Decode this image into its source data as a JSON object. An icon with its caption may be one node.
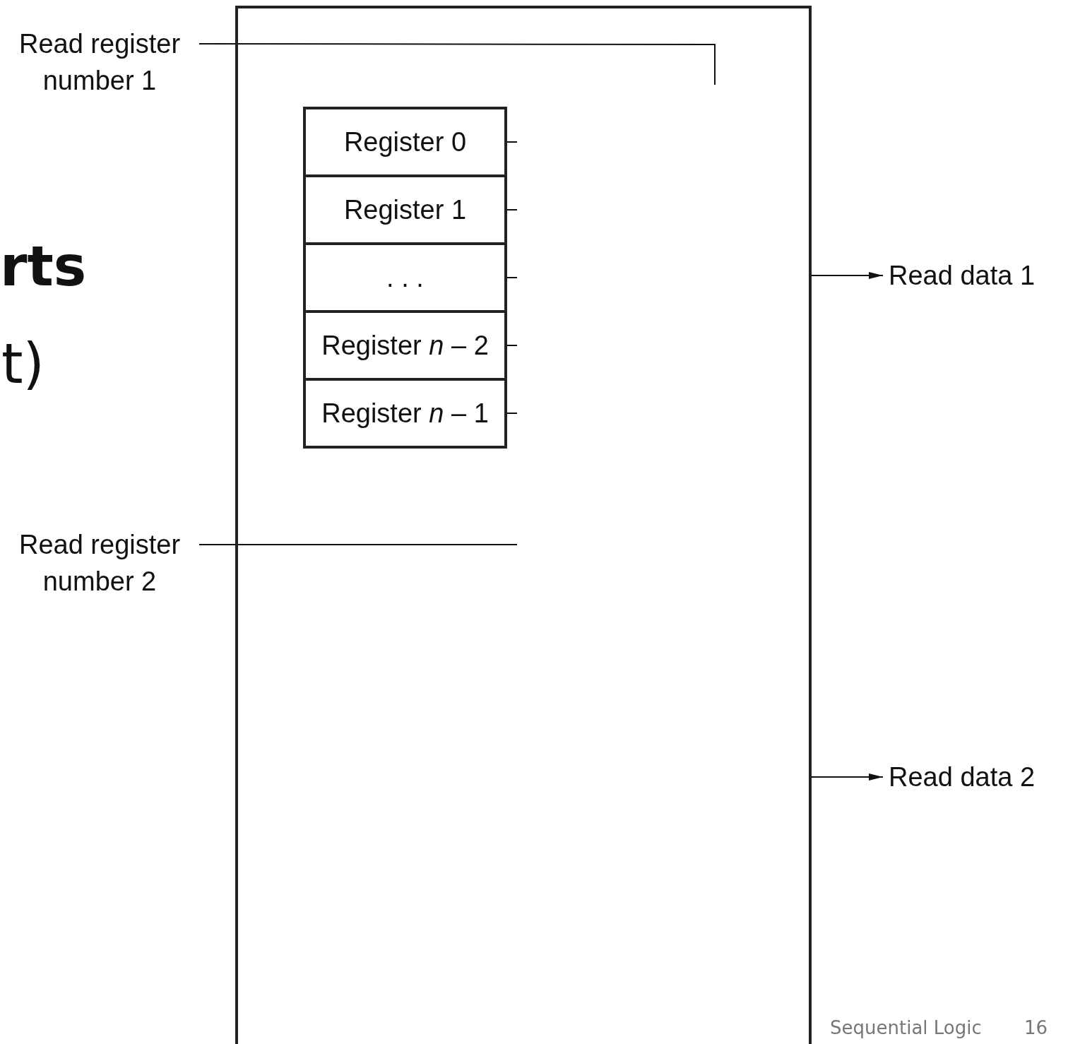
{
  "diagram": {
    "nodes": [
      {
        "text": [],
        "shape": "box"
      },
      {
        "text": [
          "Register 0"
        ],
        "in": 0
      },
      {
        "text": [
          "Register 1"
        ],
        "in": 0
      },
      {
        "text": [
          ". . ."
        ],
        "in": 0
      },
      {
        "text": [
          "Register *n* – 2"
        ],
        "in": 0
      },
      {
        "text": [
          "Register *n* – 1"
        ],
        "in": 0
      },
      {
        "text": [
          "Read register number 1"
        ]
      },
      {
        "text": [
          "Read register number 2"
        ]
      },
      {
        "text": [
          "Read data 1"
        ]
      },
      {
        "text": [
          "Read data 2"
        ]
      }
    ],
    "edges": [
      {
        "from": 6,
        "to": null,
        "arrow": "none"
      },
      {
        "from": 1,
        "to": null,
        "arrow": "none"
      },
      {
        "from": 2,
        "to": null,
        "arrow": "none"
      },
      {
        "from": 3,
        "to": null,
        "arrow": "none"
      },
      {
        "from": 4,
        "to": null,
        "arrow": "none"
      },
      {
        "from": 5,
        "to": null,
        "arrow": "none"
      },
      {
        "from": 7,
        "to": null,
        "arrow": "none"
      },
      {
        "from": 0,
        "to": 8,
        "arrow": "to"
      },
      {
        "from": 0,
        "to": 9,
        "arrow": "to"
      }
    ],
    "labels": [
      "rts",
      "t)",
      "Sequential Logic",
      "16"
    ]
  }
}
